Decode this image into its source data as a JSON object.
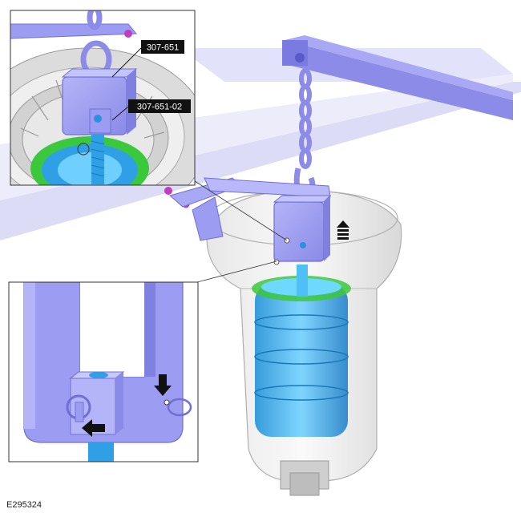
{
  "figure": {
    "id": "E295324",
    "labels": {
      "tool_main": "307-651",
      "tool_adapter": "307-651-02"
    }
  },
  "colors": {
    "tool": "#9c9cf2",
    "tool_dark": "#6f6fd6",
    "fluid_blue": "#3ab4f2",
    "seal_green": "#3cc83c",
    "bolt_magenta": "#c03cc0",
    "housing_gray": "#c8c8c8",
    "arrow_black": "#111111",
    "label_bg": "#111111"
  },
  "icons": [
    "up-arrow-icon",
    "down-arrow-icon",
    "left-arrow-icon"
  ]
}
